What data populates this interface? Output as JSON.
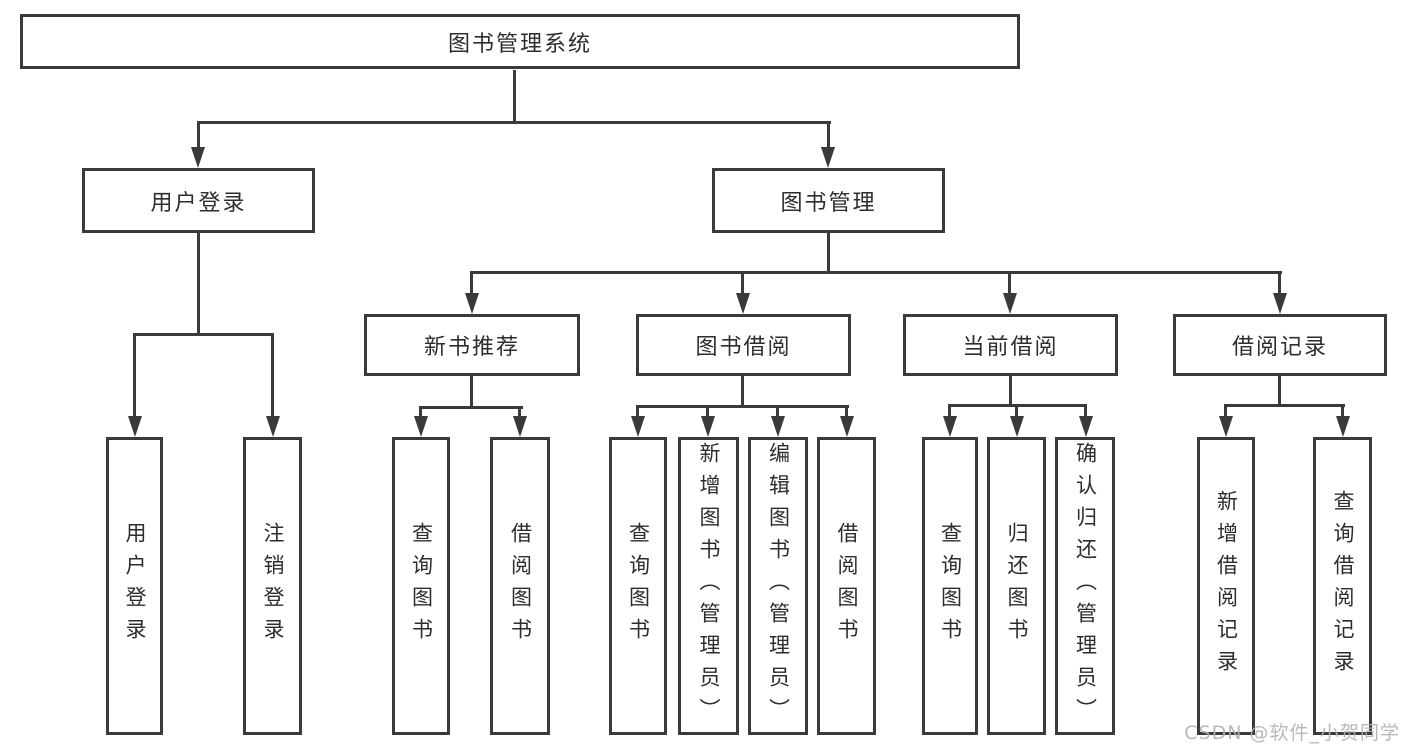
{
  "diagram": {
    "title": "图书管理系统",
    "level2": {
      "user_login": "用户登录",
      "book_management": "图书管理"
    },
    "level3": {
      "new_book_recommend": "新书推荐",
      "book_borrow": "图书借阅",
      "current_borrow": "当前借阅",
      "borrow_records": "借阅记录"
    },
    "leaves": {
      "user_login": "用户登录",
      "logout": "注销登录",
      "recommend_query_book": "查询图书",
      "recommend_borrow_book": "借阅图书",
      "borrow_query_book": "查询图书",
      "borrow_add_book_admin": "新增图书（管理员）",
      "borrow_edit_book_admin": "编辑图书（管理员）",
      "borrow_borrow_book": "借阅图书",
      "current_query_book": "查询图书",
      "current_return_book": "归还图书",
      "current_confirm_return_admin": "确认归还（管理员）",
      "records_add_record": "新增借阅记录",
      "records_query_record": "查询借阅记录"
    },
    "watermark": "CSDN @软件_小贺同学",
    "colors": {
      "line": "#3a3a3a",
      "text": "#2d2d2d",
      "background": "#ffffff",
      "watermark": "#b2b2b2"
    }
  }
}
